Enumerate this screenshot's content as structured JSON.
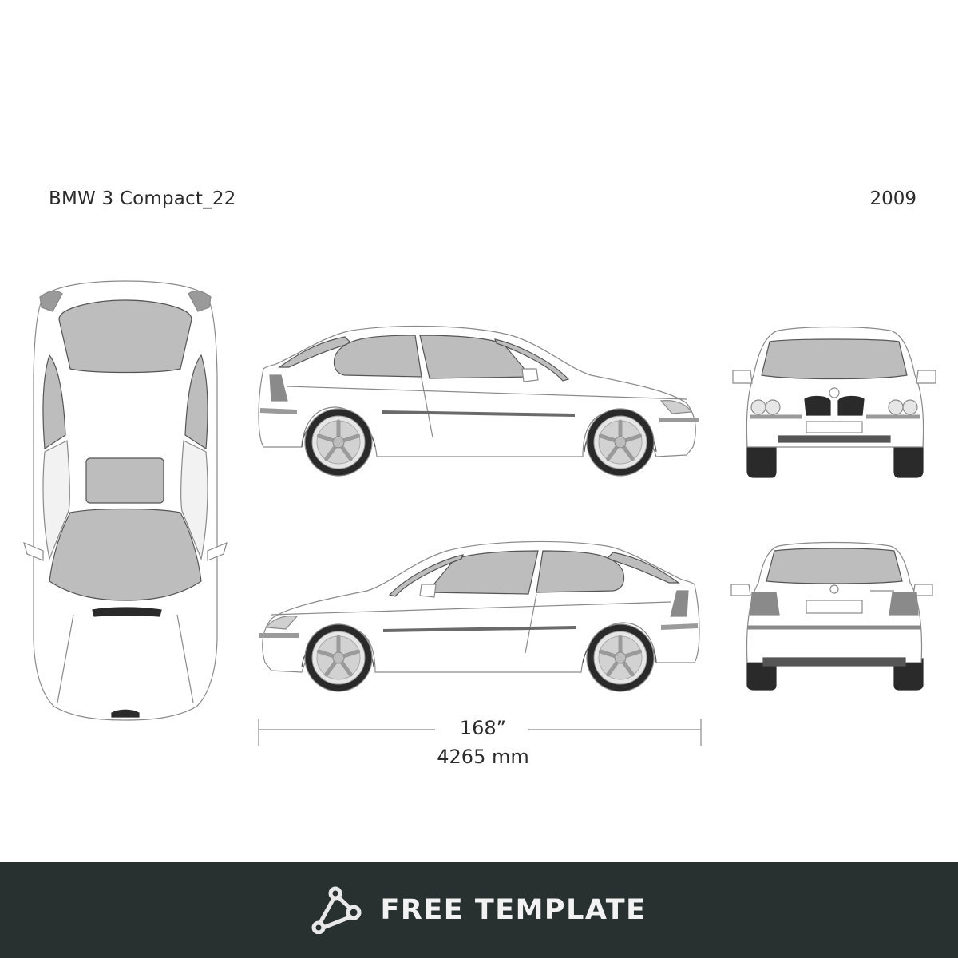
{
  "header": {
    "model": "BMW 3 Compact_22",
    "year": "2009"
  },
  "dimensions": {
    "length_inches": "168”",
    "length_mm": "4265 mm"
  },
  "views": [
    "top",
    "side-right",
    "front",
    "side-left",
    "rear"
  ],
  "footer": {
    "label": "FREE TEMPLATE",
    "logo_icon": "triangle-nodes-icon"
  },
  "colors": {
    "footer_bg": "#283130",
    "glass": "#b8b8b8",
    "tire": "#2a2a2a",
    "outline": "#8a8a8a"
  }
}
